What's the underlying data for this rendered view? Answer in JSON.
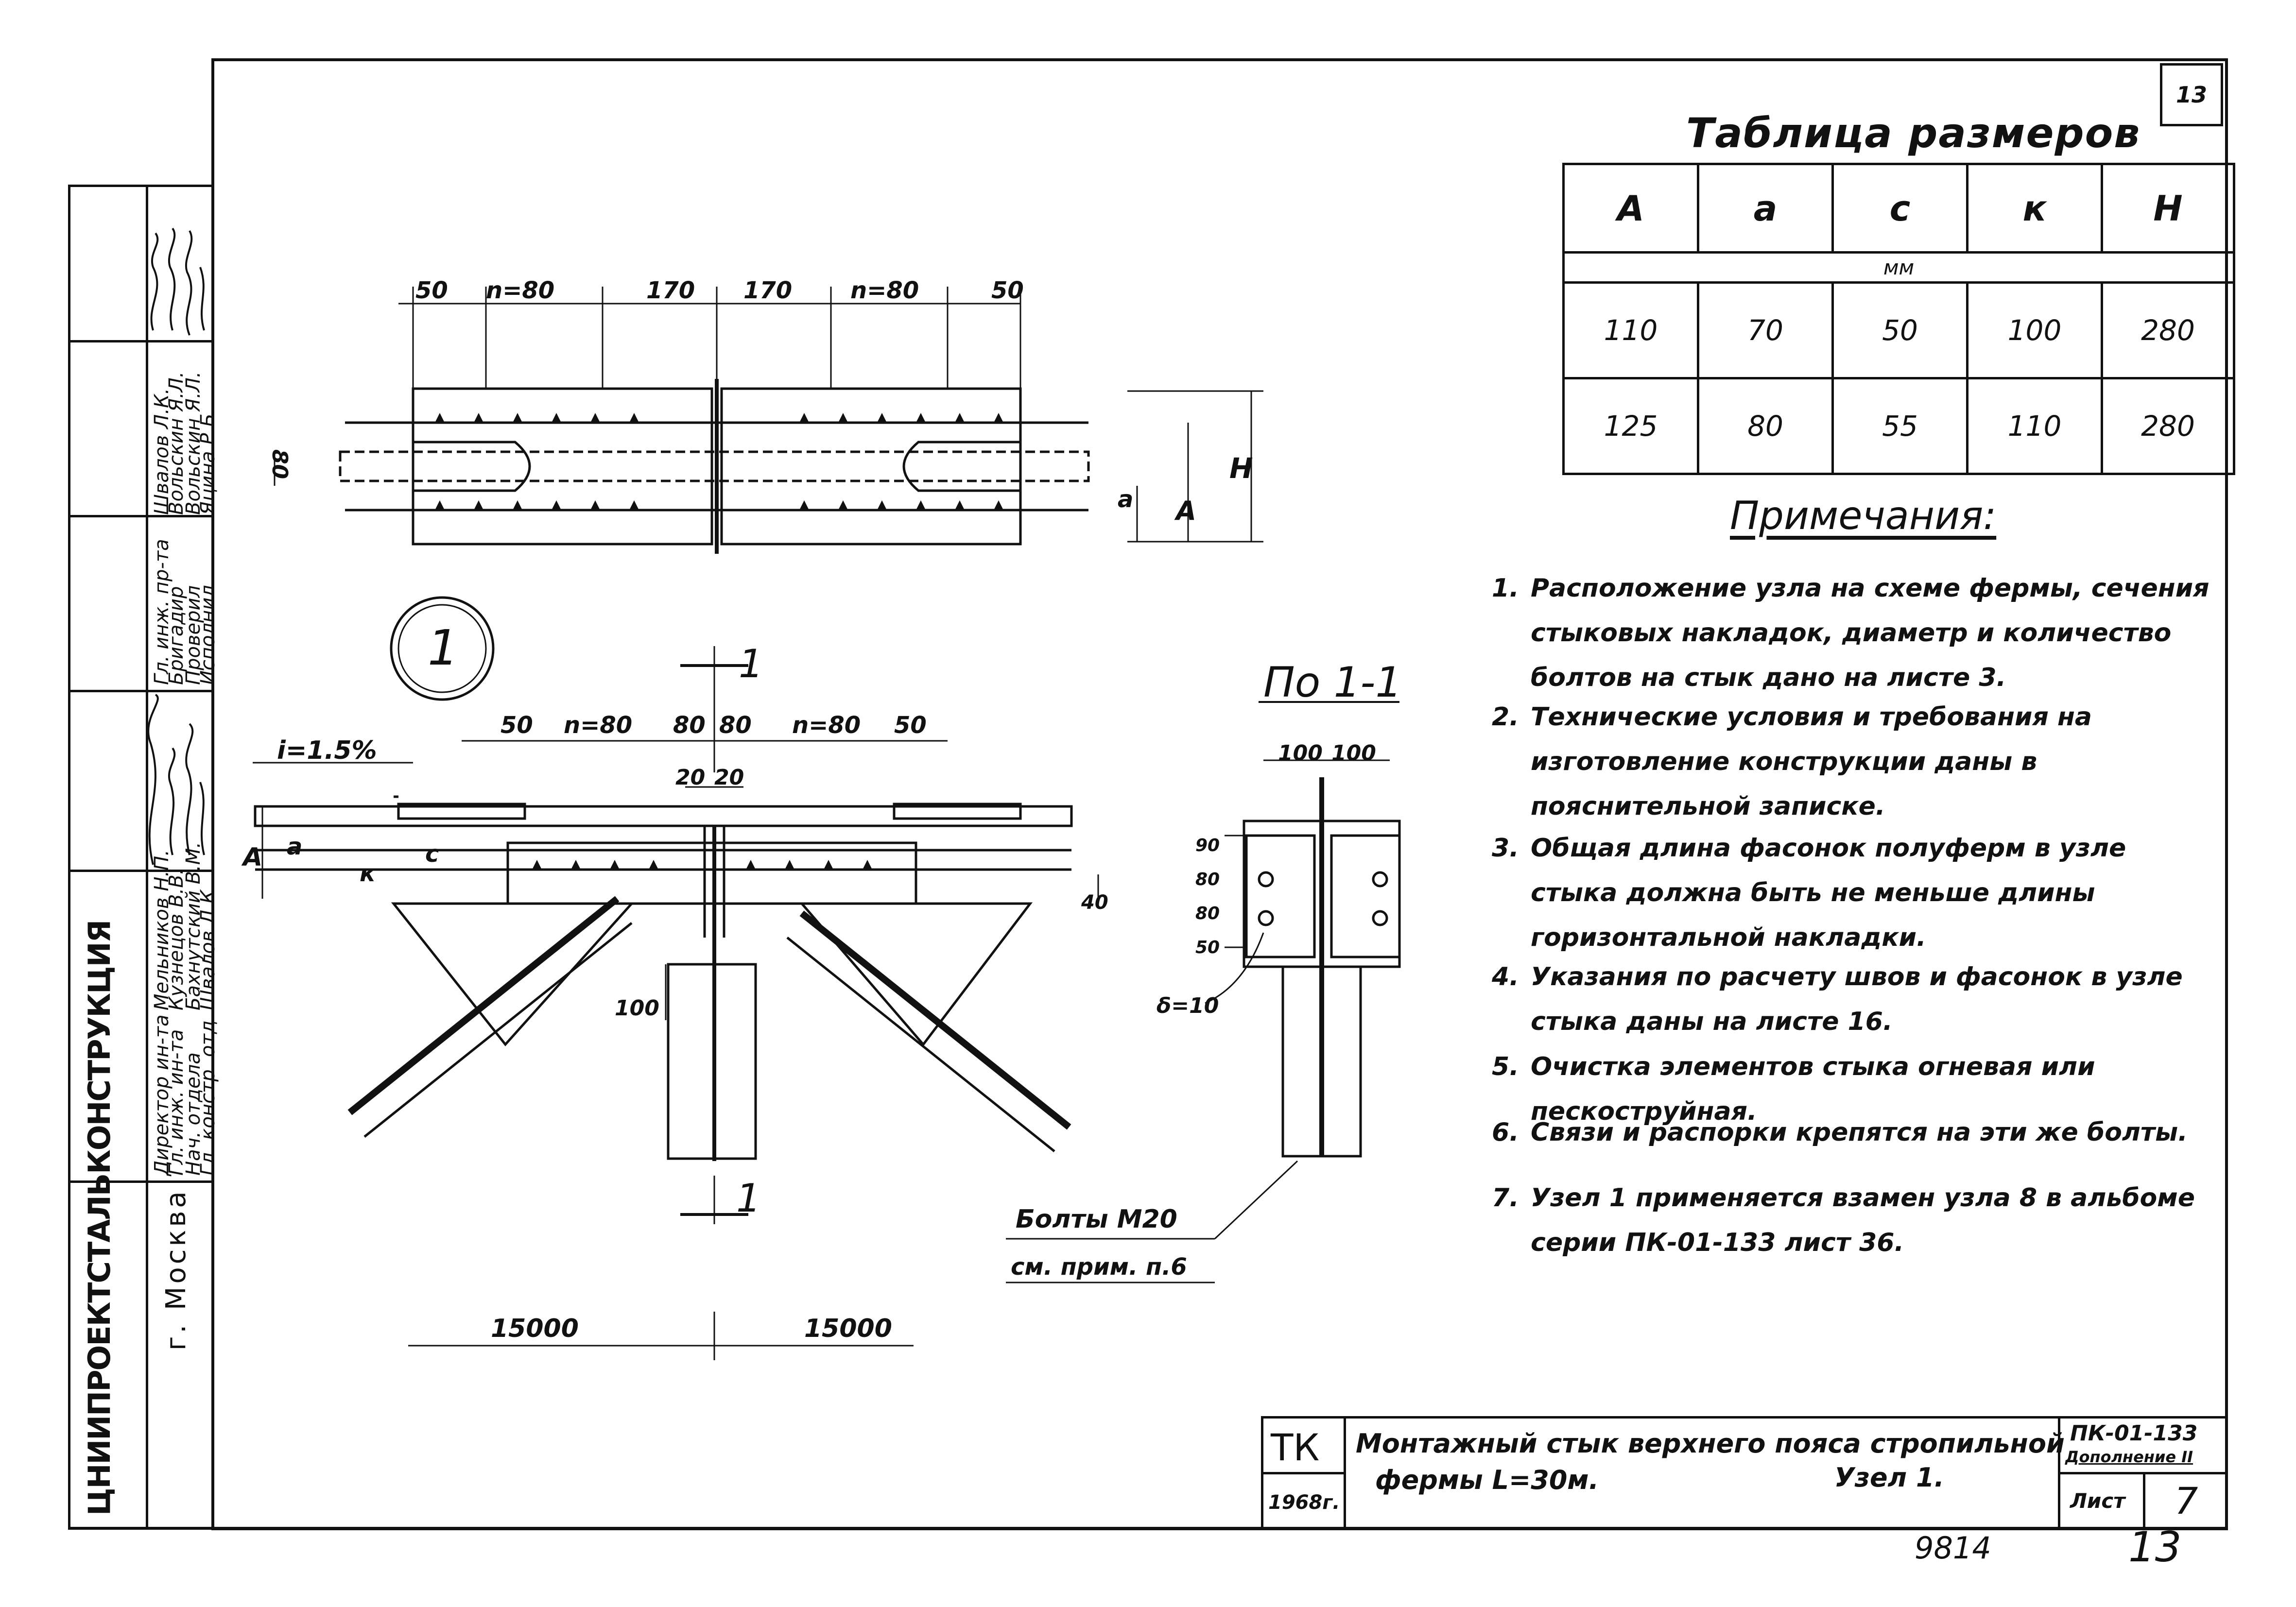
{
  "sheet_number_top": "13",
  "table": {
    "title": "Таблица размеров",
    "headers": [
      "А",
      "а",
      "с",
      "к",
      "Н"
    ],
    "unit": "мм",
    "rows": [
      [
        "110",
        "70",
        "50",
        "100",
        "280"
      ],
      [
        "125",
        "80",
        "55",
        "110",
        "280"
      ]
    ]
  },
  "notes": {
    "title": "Примечания:",
    "items": [
      {
        "num": "1.",
        "text": "Расположение узла на схеме фермы, сечения стыковых накладок, диаметр и количество болтов на стык дано на листе 3."
      },
      {
        "num": "2.",
        "text": "Технические условия и требования на изготовление конструкции даны в пояснительной записке."
      },
      {
        "num": "3.",
        "text": "Общая длина фасонок полуферм в узле стыка должна быть не меньше длины горизонтальной накладки."
      },
      {
        "num": "4.",
        "text": "Указания по расчету швов и фасонок в узле стыка даны на листе 16."
      },
      {
        "num": "5.",
        "text": "Очистка элементов стыка огневая или пескоструйная."
      },
      {
        "num": "6.",
        "text": "Связи и распорки крепятся на эти же болты."
      },
      {
        "num": "7.",
        "text": "Узел 1 применяется взамен узла 8 в альбоме серии ПК-01-133 лист 36."
      }
    ]
  },
  "drawing": {
    "node_marker": "1",
    "section_mark": "1",
    "section_title": "По 1-1",
    "slope": "i=1.5%",
    "top_dims": [
      "50",
      "n=80",
      "170",
      "170",
      "n=80",
      "50"
    ],
    "top_left_dim": "80",
    "top_right_dims": [
      "а",
      "А",
      "Н"
    ],
    "mid_dims": [
      "50",
      "n=80",
      "80",
      "80",
      "n=80",
      "50"
    ],
    "mid_small_dims": [
      "20",
      "20"
    ],
    "left_dims": [
      "А",
      "а",
      "с",
      "к"
    ],
    "right_small_dim": "40",
    "post_dim": "100",
    "section_dims": [
      "100",
      "100"
    ],
    "section_side_dims": [
      "90",
      "80",
      "80",
      "50"
    ],
    "section_thickness": "δ=10",
    "bolts_label": "Болты М20",
    "bolts_ref": "см. прим. п.6",
    "span_left": "15000",
    "span_right": "15000"
  },
  "side_stamp": {
    "org": "ЦНИИПРОЕКТСТАЛЬКОНСТРУКЦИЯ",
    "city": "г. Москва",
    "roles": [
      "Директор ин-та",
      "Гл. инж. ин-та",
      "Нач. отдела",
      "Гл. констр. отд.",
      "Гл. инж. пр-та",
      "Бригадир",
      "Проверил",
      "Исполнил"
    ],
    "names": [
      "Мельников Н.П.",
      "Кузнецов В.В.",
      "Бахнутский В.М.",
      "Швалов Л.К.",
      "Швалов Л.К.",
      "Вольскин Я.Л.",
      "Вольскин Я.Л.",
      "Яцина Р.Б."
    ]
  },
  "title_block": {
    "code": "ТК",
    "year": "1968г.",
    "title_line1": "Монтажный стык верхнего пояса стропильной",
    "title_line2": "фермы L=30м.",
    "node": "Узел 1.",
    "series": "ПК-01-133",
    "supplement": "Дополнение II",
    "sheet_label": "Лист",
    "sheet": "7"
  },
  "bottom_marks": {
    "inv": "9814",
    "page": "13"
  }
}
